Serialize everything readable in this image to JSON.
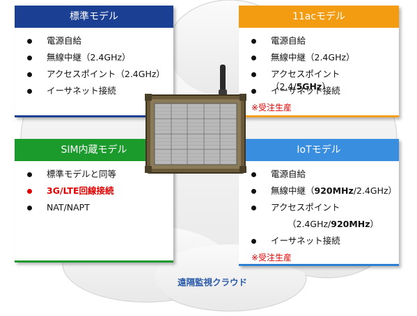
{
  "cards": {
    "standard": {
      "title": "標準モデル",
      "items": [
        "電源自給",
        "無線中継（2.4GHz）",
        "アクセスポイント（2.4GHz）",
        "イーサネット接続"
      ]
    },
    "ac11": {
      "title": "11acモデル",
      "items": [
        "電源自給",
        "無線中継（2.4GHz）",
        "アクセスポイント（2.4/",
        "5GHz",
        "）",
        "イーサネット接続"
      ],
      "note": "※受注生産"
    },
    "sim": {
      "title": "SIM内蔵モデル",
      "items": [
        "標準モデルと同等",
        "3G/LTE回線接続",
        "NAT/NAPT"
      ]
    },
    "iot": {
      "title": "IoTモデル",
      "items": [
        "電源自給",
        "無線中継（",
        "920MHz",
        "/2.4GHz）",
        "アクセスポイント",
        "（2.4GHz/",
        "920MHz",
        "）",
        "イーサネット接続"
      ],
      "note": "※受注生産"
    }
  },
  "cloud_label": "遠隔監視クラウド",
  "colors": {
    "standard_header": "#1b3f93",
    "ac11_header": "#f39c12",
    "sim_header": "#1c9b2d",
    "iot_header": "#3a8ee0",
    "highlight_red": "#e00000",
    "cloud_label": "#2a5aa8"
  }
}
